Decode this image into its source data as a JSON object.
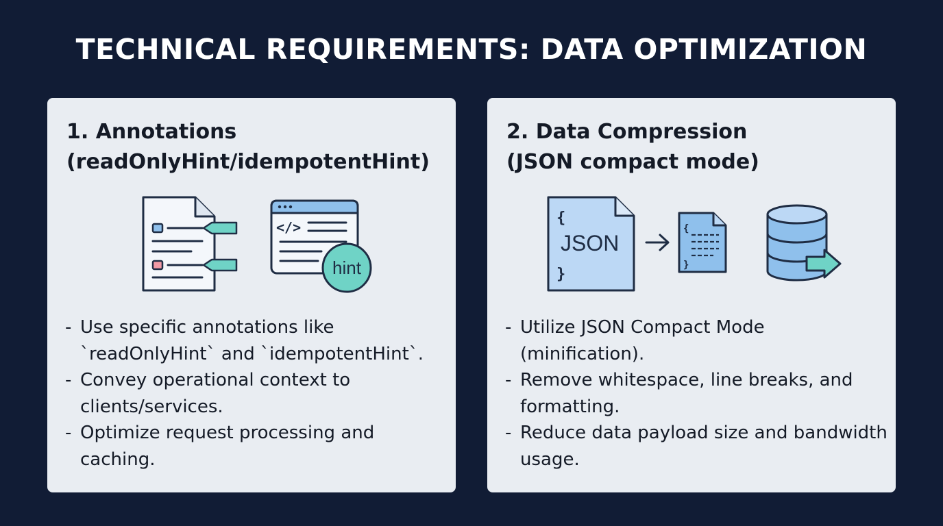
{
  "title": "TECHNICAL REQUIREMENTS: DATA OPTIMIZATION",
  "cards": [
    {
      "heading_line1": "1. Annotations",
      "heading_line2": "(readOnlyHint/idempotentHint)",
      "icons": [
        "annotated-document-icon",
        "code-window-hint-icon"
      ],
      "icon_text": {
        "code": "</>",
        "badge": "hint"
      },
      "bullets": [
        "Use specific annotations like `readOnlyHint` and `idempotentHint`.",
        "Convey operational context to clients/services.",
        "Optimize request processing and caching."
      ]
    },
    {
      "heading_line1": "2. Data Compression",
      "heading_line2": "(JSON compact mode)",
      "icons": [
        "json-file-icon",
        "arrow-right-icon",
        "compact-file-icon",
        "database-export-icon"
      ],
      "icon_text": {
        "json_open": "{",
        "json_label": "JSON",
        "json_close": "}",
        "small_open": "{",
        "small_close": "}"
      },
      "bullets": [
        "Utilize JSON Compact Mode (minification).",
        "Remove whitespace, line breaks, and formatting.",
        "Reduce data payload size and bandwidth usage."
      ]
    }
  ],
  "colors": {
    "background": "#111c35",
    "card": "#e9edf2",
    "icon_fill_blue": "#bcd8f5",
    "icon_stroke": "#1f2d44",
    "accent_teal": "#6fd3c6",
    "accent_red": "#f29aa5",
    "accent_blue": "#8fc0ec"
  }
}
